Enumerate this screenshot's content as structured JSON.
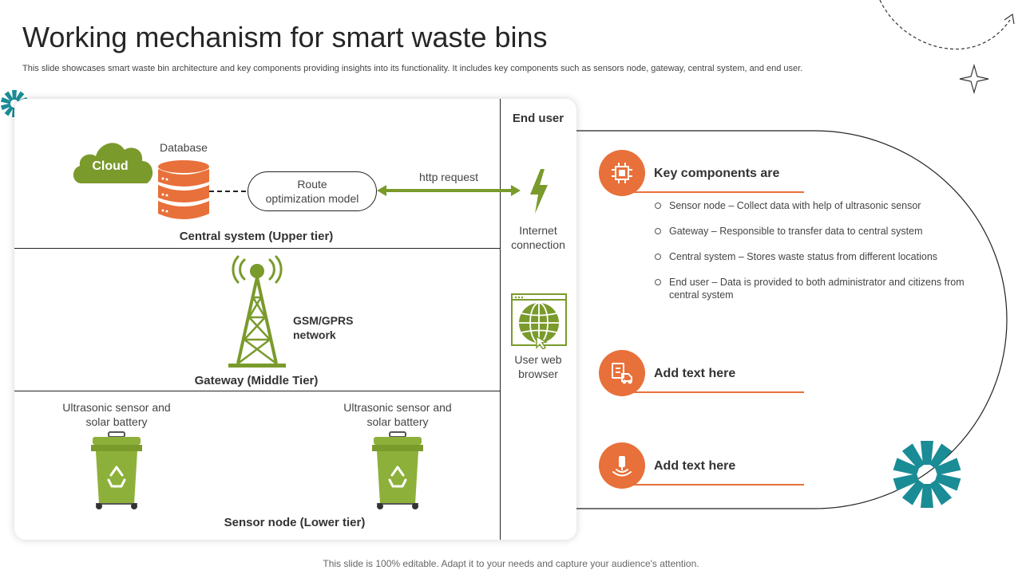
{
  "slide": {
    "title": "Working mechanism for smart waste bins",
    "subtitle": "This slide showcases smart waste bin architecture and key components providing insights into its functionality. It includes key components such as sensors node, gateway, central system, and end user.",
    "footer": "This slide is 100% editable. Adapt it to your needs and capture your audience's attention."
  },
  "diagram": {
    "cloud_label": "Cloud",
    "database_label": "Database",
    "route_box": [
      "Route",
      "optimization model"
    ],
    "http_label": "http request",
    "central_tier": "Central system (Upper tier)",
    "gsm_label": [
      "GSM/GPRS",
      "network"
    ],
    "gateway_tier": "Gateway (Middle Tier)",
    "sensor_left": [
      "Ultrasonic sensor and",
      "solar battery"
    ],
    "sensor_right": [
      "Ultrasonic sensor and",
      "solar battery"
    ],
    "sensor_tier": "Sensor node (Lower tier)",
    "end_user": "End user",
    "internet": [
      "Internet",
      "connection"
    ],
    "browser": [
      "User web",
      "browser"
    ]
  },
  "key_components": {
    "heading": "Key components are",
    "items": [
      "Sensor node – Collect data with help of ultrasonic sensor",
      "Gateway – Responsible to transfer data to central system",
      "Central system – Stores waste status from different locations",
      "End user – Data is provided to both administrator and citizens from central system"
    ],
    "add_text_1": "Add text here",
    "add_text_2": "Add text here"
  },
  "colors": {
    "green": "#7a9a2c",
    "orange": "#e8703a",
    "teal": "#1a8c96"
  },
  "icons": {
    "cloud": "cloud-icon",
    "database": "database-icon",
    "lightning": "lightning-icon",
    "tower": "tower-icon",
    "globe": "globe-browser-icon",
    "bin": "recycle-bin-icon",
    "chip": "chip-icon",
    "truck": "truck-icon",
    "sensor": "sensor-icon"
  }
}
